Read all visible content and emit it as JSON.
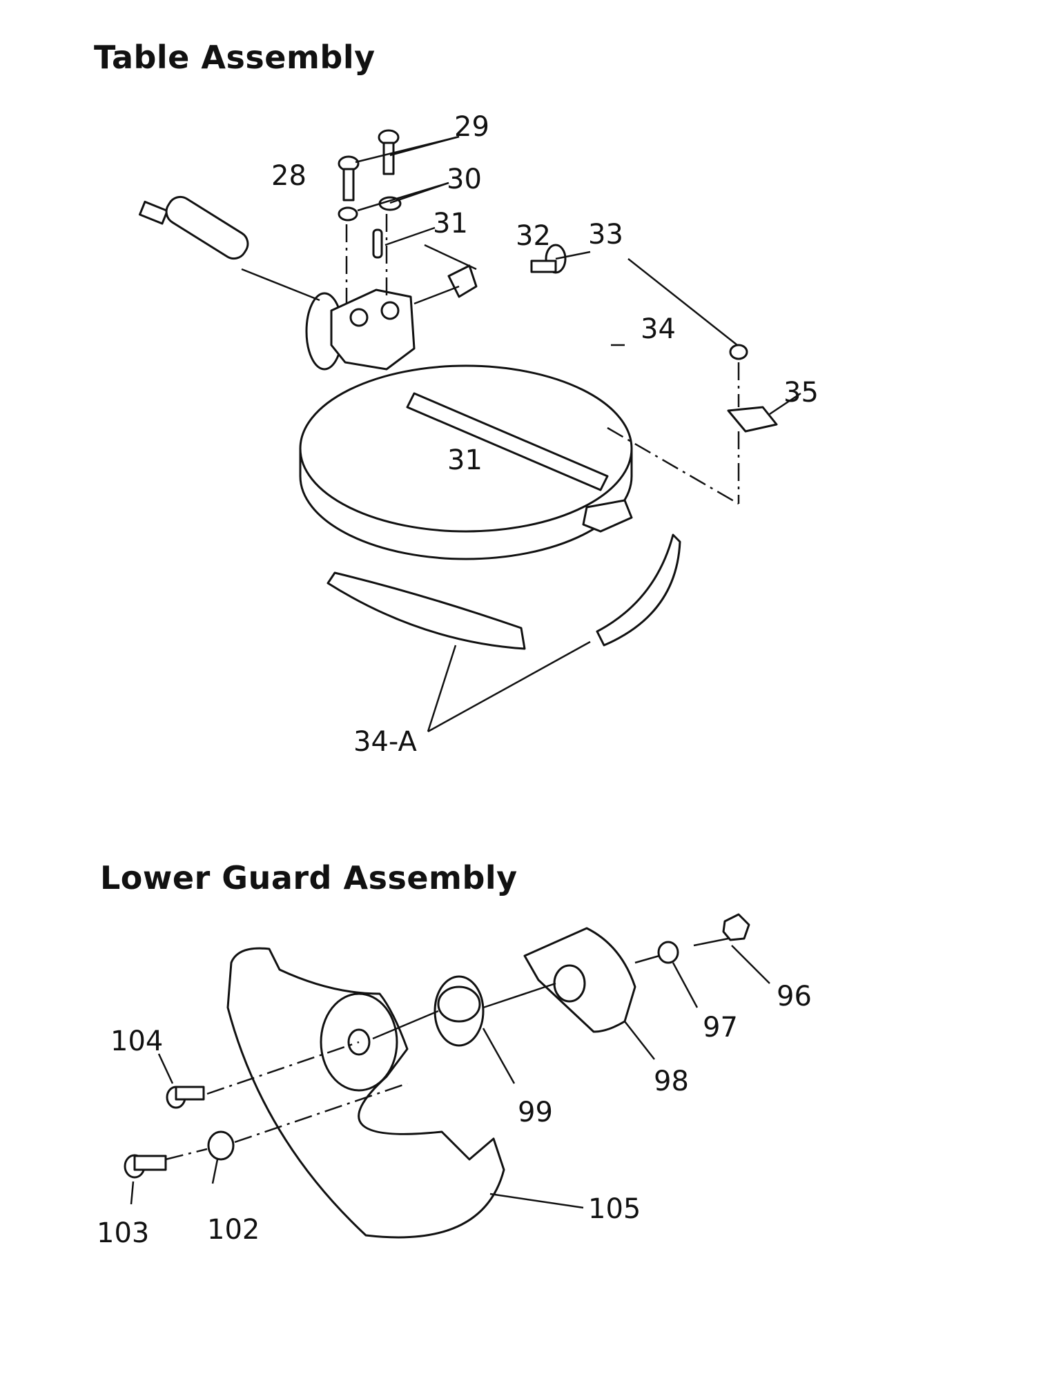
{
  "sections": [
    {
      "title": "Table Assembly"
    },
    {
      "title": "Lower Guard Assembly"
    }
  ],
  "callouts": {
    "table": [
      "28",
      "29",
      "30",
      "31",
      "32",
      "33",
      "34",
      "31",
      "35",
      "34-A"
    ],
    "guard": [
      "96",
      "97",
      "98",
      "99",
      "104",
      "103",
      "102",
      "105"
    ]
  },
  "colors": {
    "ink": "#111111",
    "paper": "#ffffff"
  }
}
